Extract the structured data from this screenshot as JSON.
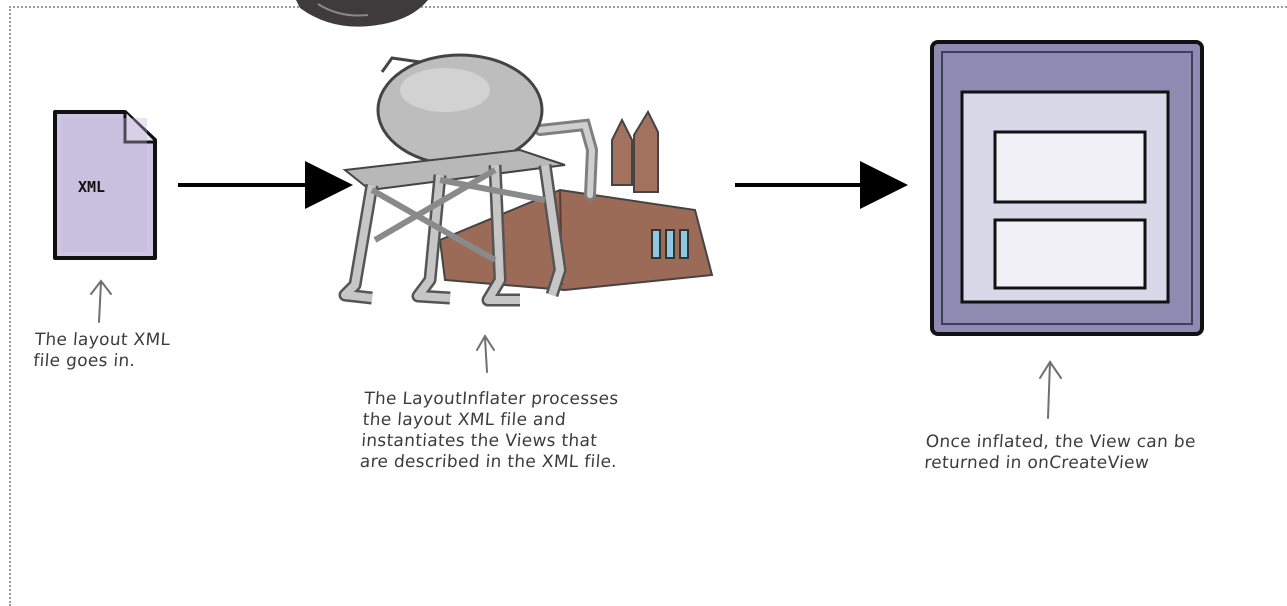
{
  "diagram": {
    "xml_file_label": "XML",
    "notes": {
      "xml_in": [
        "The layout XML",
        "file goes in."
      ],
      "inflater": [
        "The LayoutInflater processes",
        "the layout XML file and",
        "instantiates the Views that",
        "are described in the XML file."
      ],
      "inflated": [
        "Once inflated, the View can be",
        "returned in onCreateView"
      ]
    },
    "colors": {
      "document_fill": "#c9c3df",
      "factory_brick": "#9b6b58",
      "factory_metal": "#b8b8b8",
      "view_frame": "#8f8db3",
      "view_inner": "#ecebf3",
      "arrow": "#000000",
      "annotation": "#6f6f6f"
    }
  }
}
